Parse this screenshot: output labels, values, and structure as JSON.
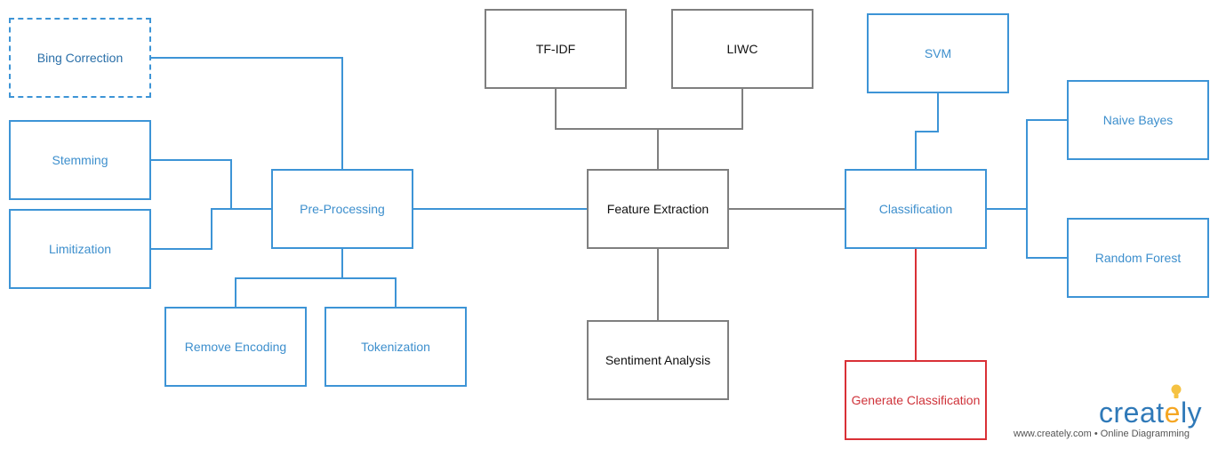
{
  "diagram": {
    "nodes": {
      "bing_correction": "Bing Correction",
      "stemming": "Stemming",
      "limitization": "Limitization",
      "pre_processing": "Pre-Processing",
      "remove_encoding": "Remove Encoding",
      "tokenization": "Tokenization",
      "tf_idf": "TF-IDF",
      "liwc": "LIWC",
      "feature_extraction": "Feature Extraction",
      "sentiment_analysis": "Sentiment Analysis",
      "svm": "SVM",
      "classification": "Classification",
      "naive_bayes": "Naive Bayes",
      "random_forest": "Random Forest",
      "generate_classification": "Generate Classification"
    },
    "colors": {
      "blue": "#3d94d6",
      "gray": "#7f7f7f",
      "red": "#d93036"
    }
  },
  "watermark": {
    "brand_main": "creat",
    "brand_accent": "e",
    "brand_tail": "ly",
    "tagline": "www.creately.com • Online Diagramming"
  }
}
